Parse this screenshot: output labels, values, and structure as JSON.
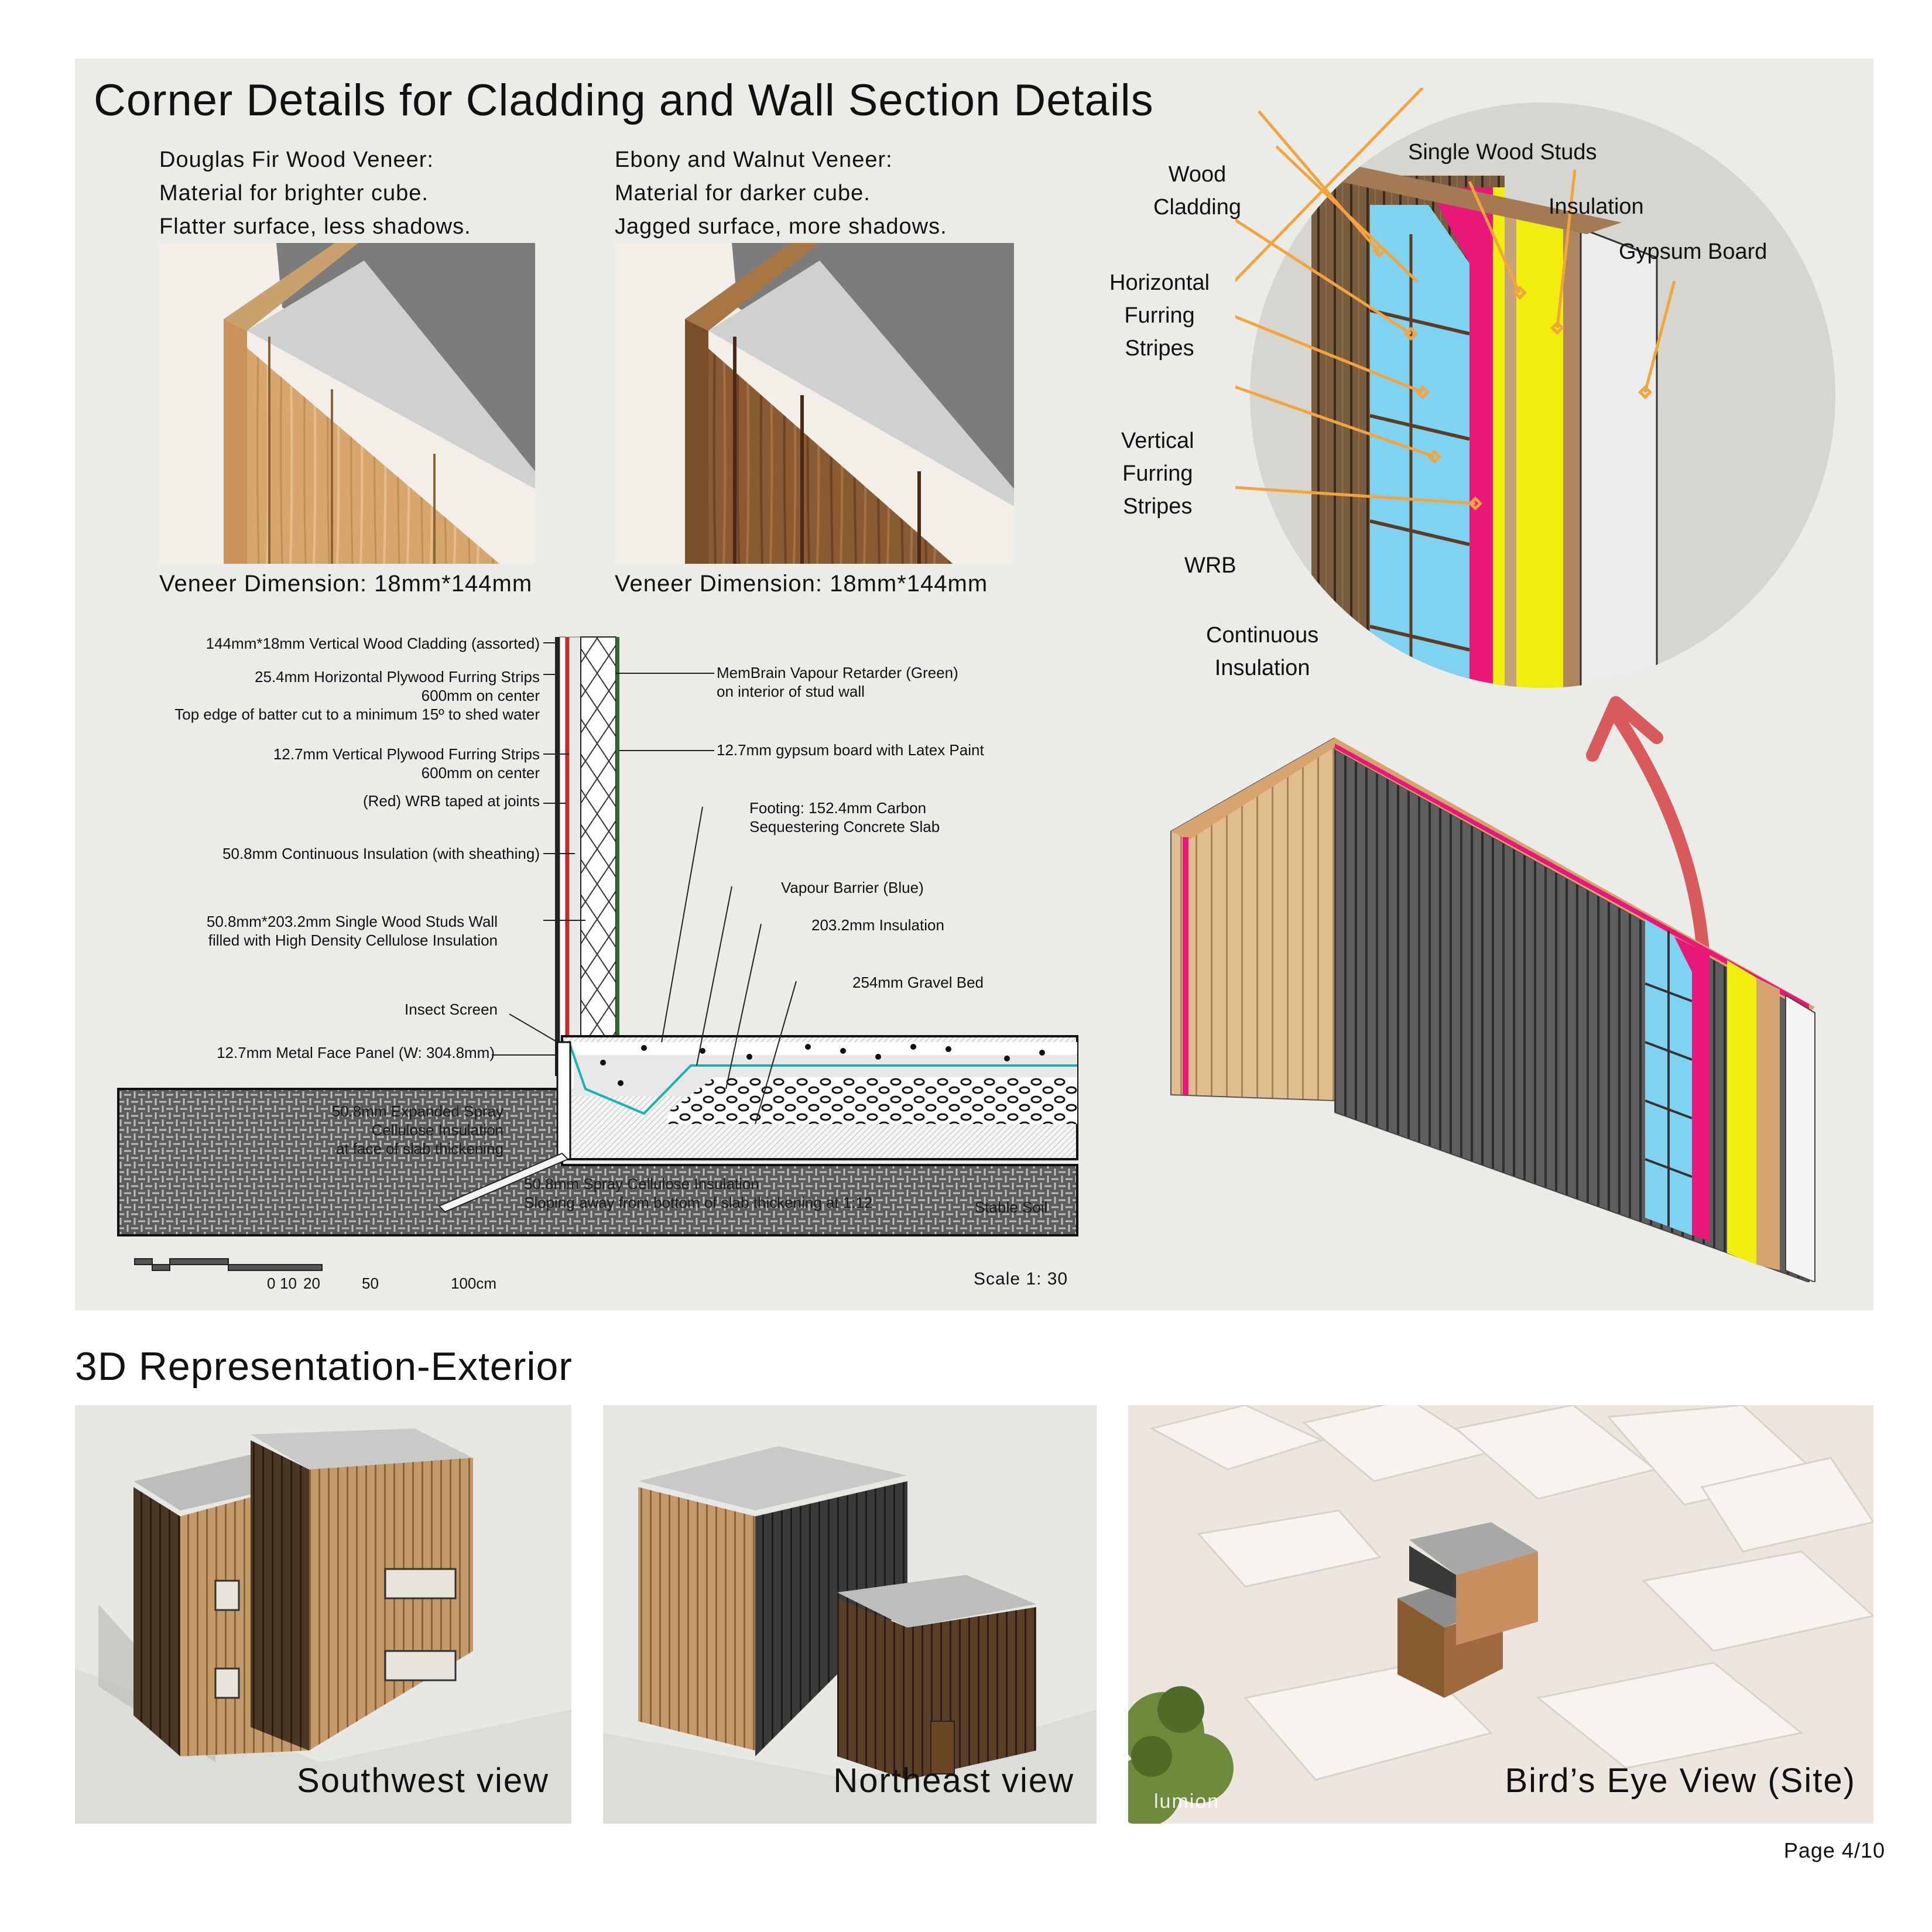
{
  "top": {
    "title": "Corner Details for Cladding and Wall Section Details",
    "veneers": [
      {
        "description": "Douglas Fir Wood Veneer:\nMaterial for brighter cube.\nFlatter surface, less shadows.",
        "dimension": "Veneer Dimension: 18mm*144mm"
      },
      {
        "description": "Ebony and Walnut Veneer:\nMaterial for darker cube.\nJagged surface, more shadows.",
        "dimension": "Veneer Dimension: 18mm*144mm"
      }
    ]
  },
  "section": {
    "left_labels": [
      "144mm*18mm Vertical Wood Cladding (assorted)",
      "25.4mm Horizontal Plywood Furring Strips\n600mm on center\nTop edge of batter cut to a minimum 15º to shed water",
      "12.7mm Vertical Plywood Furring Strips\n600mm on center",
      "(Red) WRB taped at joints",
      "50.8mm Continuous Insulation (with sheathing)",
      "50.8mm*203.2mm Single Wood Studs Wall\nfilled with High Density Cellulose Insulation",
      "Insect Screen",
      "12.7mm Metal Face Panel (W: 304.8mm)"
    ],
    "right_labels": [
      "MemBrain Vapour Retarder (Green)\non interior of stud wall",
      "12.7mm gypsum board with Latex Paint",
      "Footing: 152.4mm Carbon\nSequestering Concrete Slab",
      "Vapour Barrier (Blue)",
      "203.2mm Insulation",
      "254mm Gravel Bed"
    ],
    "ground_labels": [
      "50.8mm Expanded Spray\nCellulose Insulation\nat face of slab thickening",
      "50.8mm Spray Cellulose Insulation\nSloping away from bottom of slab thickening at 1:12",
      "Stable Soil"
    ],
    "scale_ticks": [
      "0",
      "10",
      "20",
      "50",
      "100cm"
    ],
    "scale": "Scale 1: 30"
  },
  "callouts": {
    "wood_cladding": "Wood\nCladding",
    "single_wood_studs": "Single Wood Studs",
    "insulation": "Insulation",
    "gypsum_board": "Gypsum Board",
    "horizontal_furring": "Horizontal\nFurring\nStripes",
    "vertical_furring": "Vertical\nFurring\nStripes",
    "wrb": "WRB",
    "continuous_insulation": "Continuous\nInsulation"
  },
  "colors": {
    "panel_bg": "#ebebe7",
    "callout_orange": "#f3a43c",
    "arrow_red": "#d85a5a",
    "wrb_magenta": "#e8187a",
    "insulation_yellow": "#f1ee0e",
    "furring_blue": "#7fd3f0",
    "vapour_blue": "#22b3b3"
  },
  "exterior": {
    "title": "3D Representation-Exterior",
    "views": [
      "Southwest view",
      "Northeast view",
      "Bird’s Eye View (Site)"
    ],
    "watermark": "lumion"
  },
  "page": "Page 4/10"
}
